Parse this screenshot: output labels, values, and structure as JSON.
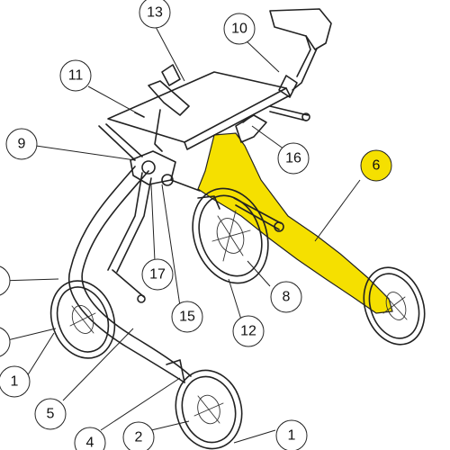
{
  "diagram": {
    "highlight_color": "#f5e000",
    "line_color": "#222222",
    "callouts": [
      {
        "id": "c1",
        "label": "1"
      },
      {
        "id": "c1b",
        "label": "1"
      },
      {
        "id": "c2",
        "label": "2"
      },
      {
        "id": "c4",
        "label": "4"
      },
      {
        "id": "c5",
        "label": "5"
      },
      {
        "id": "c6",
        "label": "6"
      },
      {
        "id": "c8",
        "label": "8"
      },
      {
        "id": "c9",
        "label": "9"
      },
      {
        "id": "c10",
        "label": "10"
      },
      {
        "id": "c11",
        "label": "11"
      },
      {
        "id": "c12",
        "label": "12"
      },
      {
        "id": "c13",
        "label": "13"
      },
      {
        "id": "c15",
        "label": "15"
      },
      {
        "id": "c16",
        "label": "16"
      },
      {
        "id": "c17",
        "label": "17"
      }
    ]
  }
}
